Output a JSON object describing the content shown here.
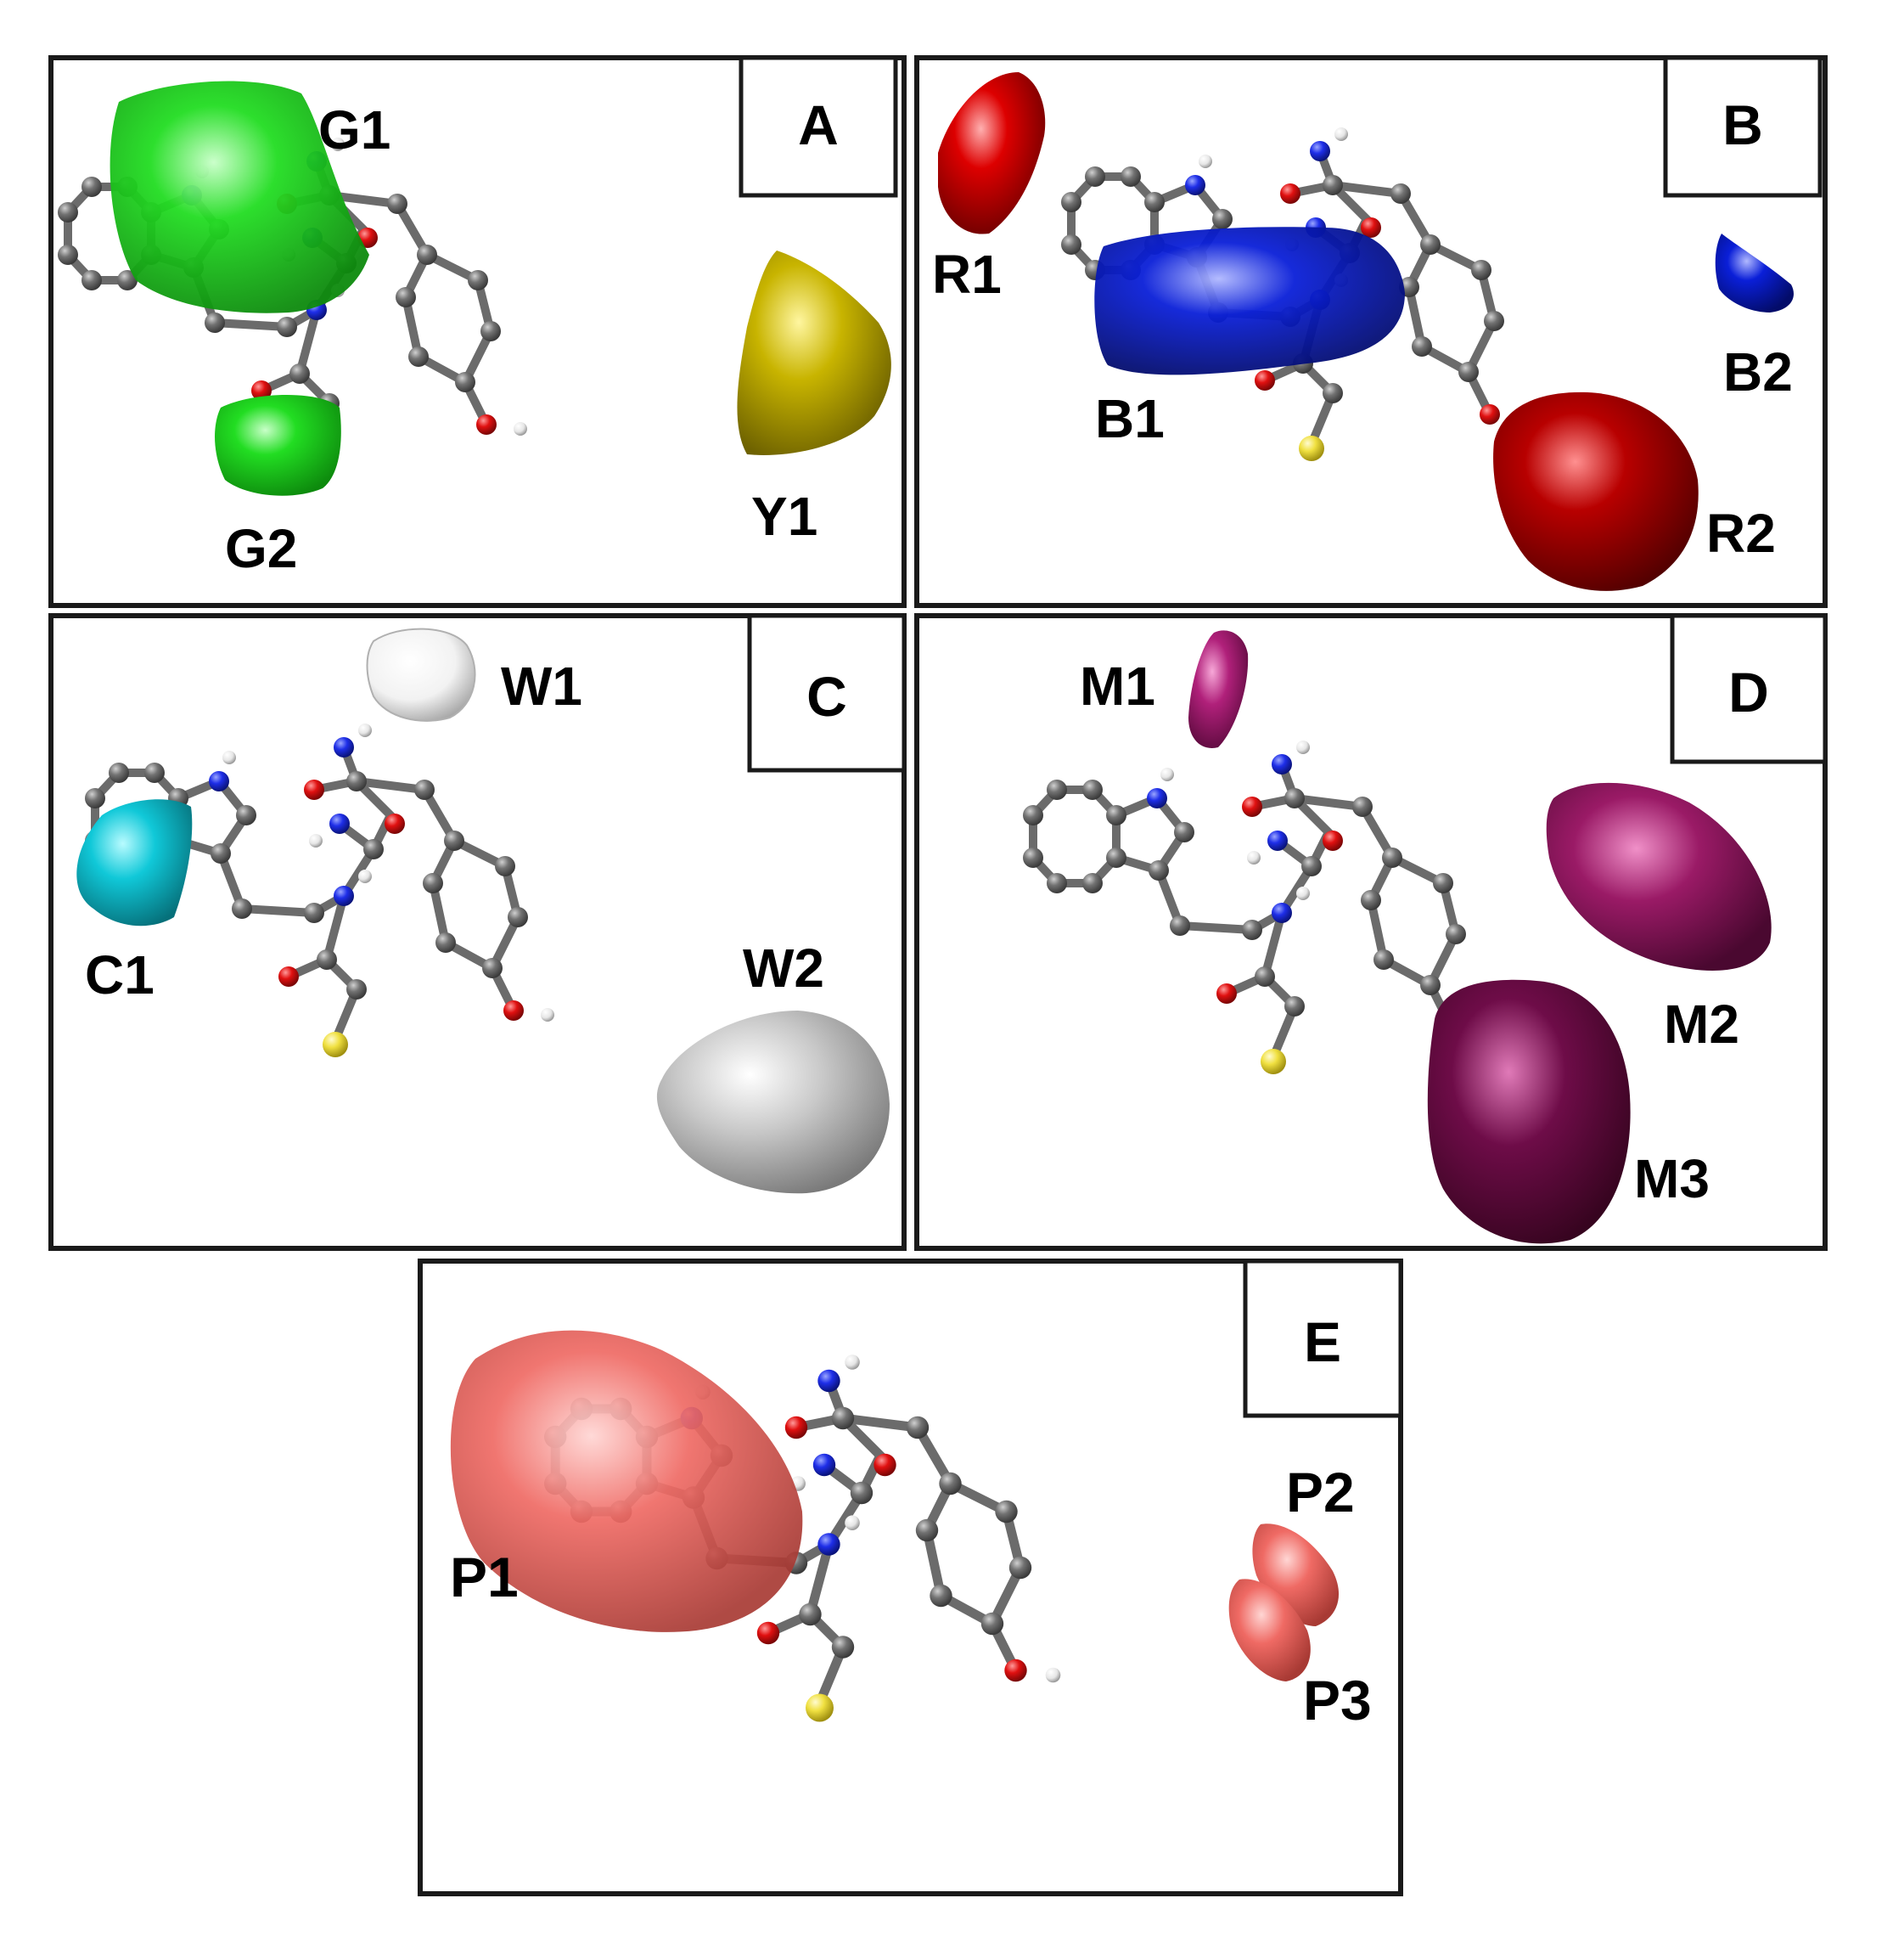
{
  "panels": [
    {
      "tag": "A",
      "features": [
        {
          "label": "G1",
          "color": "#22dd22"
        },
        {
          "label": "G2",
          "color": "#22dd22"
        },
        {
          "label": "Y1",
          "color": "#c8b400"
        }
      ]
    },
    {
      "tag": "B",
      "features": [
        {
          "label": "R1",
          "color": "#dd0000"
        },
        {
          "label": "B1",
          "color": "#0a1fd8"
        },
        {
          "label": "B2",
          "color": "#0a1fd8"
        },
        {
          "label": "R2",
          "color": "#b80000"
        }
      ]
    },
    {
      "tag": "C",
      "features": [
        {
          "label": "W1",
          "color": "#f2f2f2"
        },
        {
          "label": "C1",
          "color": "#10c8d8"
        },
        {
          "label": "W2",
          "color": "#c8c8c8"
        }
      ]
    },
    {
      "tag": "D",
      "features": [
        {
          "label": "M1",
          "color": "#b0207a"
        },
        {
          "label": "M2",
          "color": "#9a1a66"
        },
        {
          "label": "M3",
          "color": "#6e0c48"
        }
      ]
    },
    {
      "tag": "E",
      "features": [
        {
          "label": "P1",
          "color": "#ef6a64"
        },
        {
          "label": "P2",
          "color": "#e8645e"
        },
        {
          "label": "P3",
          "color": "#e8645e"
        }
      ]
    }
  ],
  "atom_colors": {
    "carbon": "#6e6e6e",
    "nitrogen": "#1428e6",
    "oxygen": "#e01010",
    "sulfur": "#f0e040",
    "hydrogen": "#f4f4f4"
  }
}
